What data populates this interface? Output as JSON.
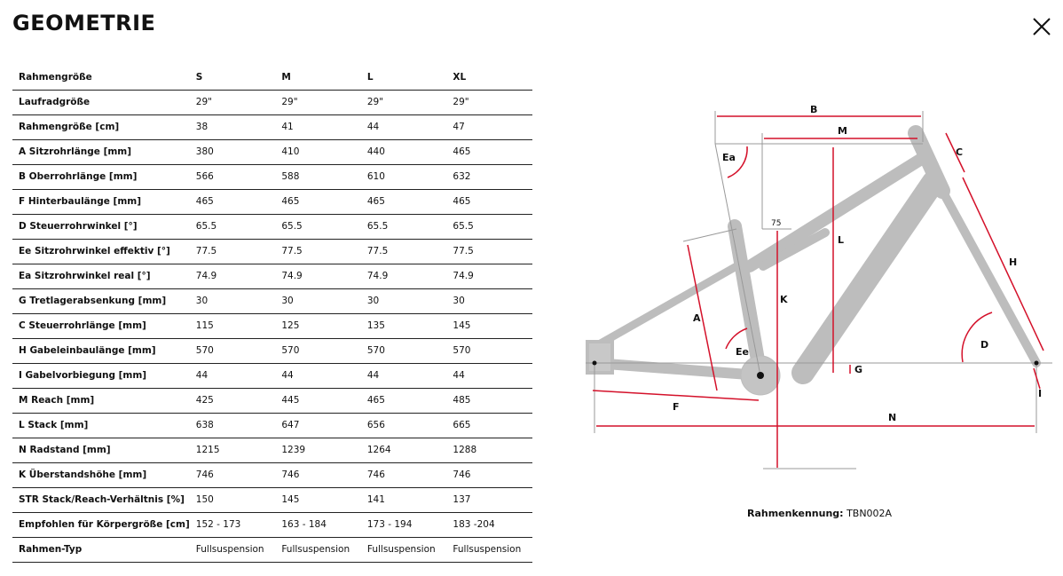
{
  "title": "GEOMETRIE",
  "table": {
    "headers": [
      "Rahmengröße",
      "S",
      "M",
      "L",
      "XL"
    ],
    "rows": [
      [
        "Laufradgröße",
        "29\"",
        "29\"",
        "29\"",
        "29\""
      ],
      [
        "Rahmengröße [cm]",
        "38",
        "41",
        "44",
        "47"
      ],
      [
        "A Sitzrohrlänge [mm]",
        "380",
        "410",
        "440",
        "465"
      ],
      [
        "B Oberrohrlänge [mm]",
        "566",
        "588",
        "610",
        "632"
      ],
      [
        "F Hinterbaulänge [mm]",
        "465",
        "465",
        "465",
        "465"
      ],
      [
        "D Steuerrohrwinkel [°]",
        "65.5",
        "65.5",
        "65.5",
        "65.5"
      ],
      [
        "Ee Sitzrohrwinkel effektiv [°]",
        "77.5",
        "77.5",
        "77.5",
        "77.5"
      ],
      [
        "Ea Sitzrohrwinkel real [°]",
        "74.9",
        "74.9",
        "74.9",
        "74.9"
      ],
      [
        "G Tretlagerabsenkung [mm]",
        "30",
        "30",
        "30",
        "30"
      ],
      [
        "C Steuerrohrlänge [mm]",
        "115",
        "125",
        "135",
        "145"
      ],
      [
        "H Gabeleinbaulänge [mm]",
        "570",
        "570",
        "570",
        "570"
      ],
      [
        "I Gabelvorbiegung [mm]",
        "44",
        "44",
        "44",
        "44"
      ],
      [
        "M Reach [mm]",
        "425",
        "445",
        "465",
        "485"
      ],
      [
        "L Stack [mm]",
        "638",
        "647",
        "656",
        "665"
      ],
      [
        "N Radstand [mm]",
        "1215",
        "1239",
        "1264",
        "1288"
      ],
      [
        "K Überstandshöhe [mm]",
        "746",
        "746",
        "746",
        "746"
      ],
      [
        "STR Stack/Reach-Verhältnis [%]",
        "150",
        "145",
        "141",
        "137"
      ],
      [
        "Empfohlen für Körpergröße [cm]",
        "152 - 173",
        "163 - 184",
        "173 - 194",
        "183 -204"
      ],
      [
        "Rahmen-Typ",
        "Fullsuspension",
        "Fullsuspension",
        "Fullsuspension",
        "Fullsuspension"
      ]
    ]
  },
  "diagram": {
    "labels": {
      "A": "A",
      "B": "B",
      "C": "C",
      "D": "D",
      "Ea": "Ea",
      "Ee": "Ee",
      "F": "F",
      "G": "G",
      "H": "H",
      "I": "I",
      "K": "K",
      "L": "L",
      "M": "M",
      "N": "N",
      "offset": "75"
    },
    "colors": {
      "dimension": "#d4112a",
      "frame": "#b8b8b8",
      "guide": "#999999"
    }
  },
  "caption": {
    "label": "Rahmenkennung:",
    "value": "TBN002A"
  }
}
